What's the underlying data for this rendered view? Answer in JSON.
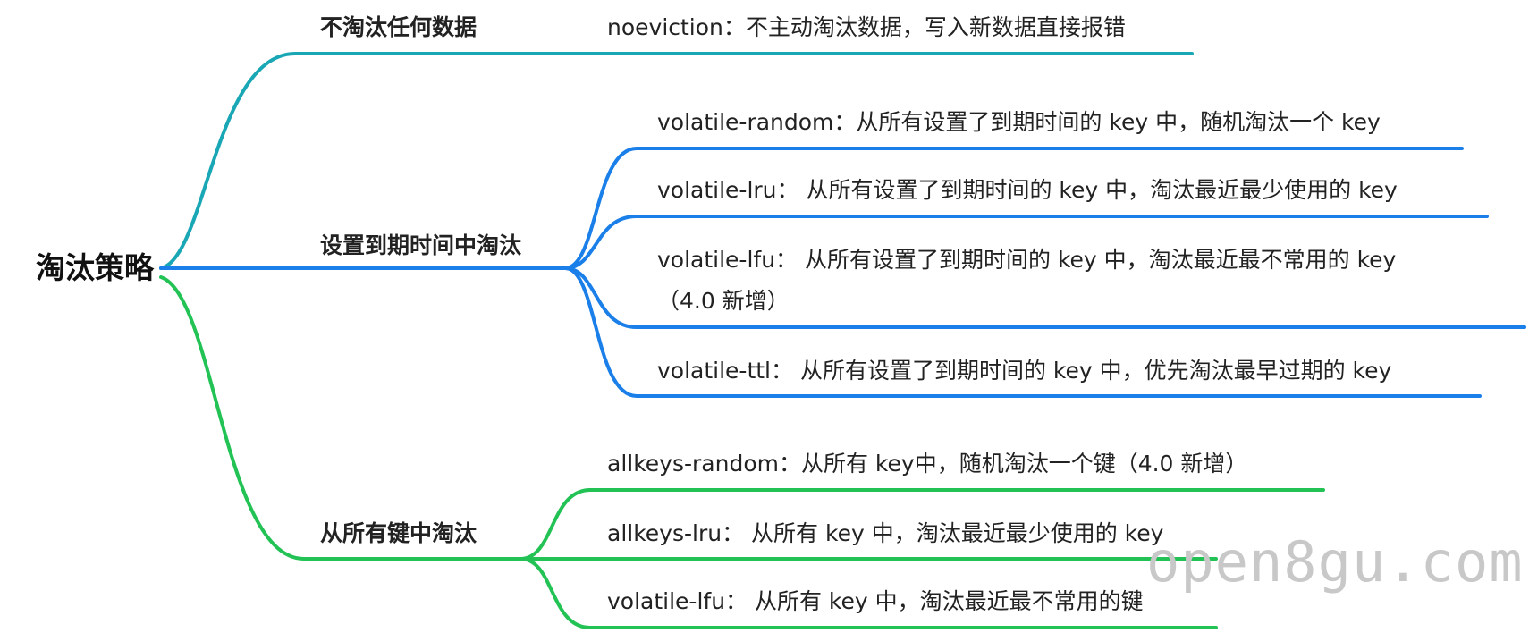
{
  "colors": {
    "teal": "#1aa7b5",
    "blue": "#1a7fe8",
    "green": "#22c255"
  },
  "root": {
    "label": "淘汰策略"
  },
  "branches": [
    {
      "label": "不淘汰任何数据",
      "color": "teal",
      "leaves": [
        {
          "text": "noeviction：不主动淘汰数据，写入新数据直接报错"
        }
      ]
    },
    {
      "label": "设置到期时间中淘汰",
      "color": "blue",
      "leaves": [
        {
          "text": "volatile-random：从所有设置了到期时间的 key 中，随机淘汰一个 key"
        },
        {
          "text": "volatile-lru： 从所有设置了到期时间的 key 中，淘汰最近最少使用的 key"
        },
        {
          "text": "volatile-lfu： 从所有设置了到期时间的 key 中，淘汰最近最不常用的 key",
          "text2": "（4.0 新增）"
        },
        {
          "text": "volatile-ttl： 从所有设置了到期时间的 key 中，优先淘汰最早过期的 key"
        }
      ]
    },
    {
      "label": "从所有键中淘汰",
      "color": "green",
      "leaves": [
        {
          "text": "allkeys-random：从所有 key中，随机淘汰一个键（4.0 新增）"
        },
        {
          "text": "allkeys-lru： 从所有 key 中，淘汰最近最少使用的 key"
        },
        {
          "text": "volatile-lfu： 从所有 key 中，淘汰最近最不常用的键"
        }
      ]
    }
  ],
  "watermark": "open8gu.com"
}
